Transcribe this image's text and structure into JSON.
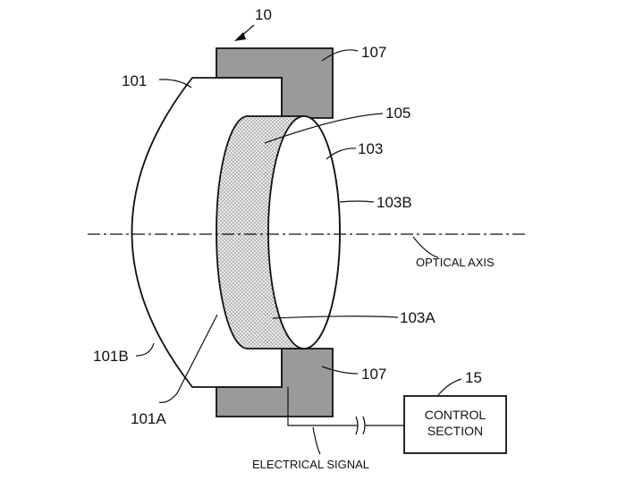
{
  "labels": {
    "device": "10",
    "lens_front": "101",
    "lens_front_surface_b": "101B",
    "lens_front_surface_a": "101A",
    "lens_rear": "103",
    "lens_rear_surface_b": "103B",
    "lens_rear_surface_a": "103A",
    "layer": "105",
    "holder_top": "107",
    "holder_bottom": "107",
    "control_ref": "15",
    "control_section_line1": "CONTROL",
    "control_section_line2": "SECTION",
    "optical_axis": "OPTICAL AXIS",
    "electrical_signal": "ELECTRICAL SIGNAL"
  },
  "colors": {
    "holder_fill": "#9a9a9a",
    "layer_fill": "#e4e4e4",
    "line": "#111111"
  }
}
